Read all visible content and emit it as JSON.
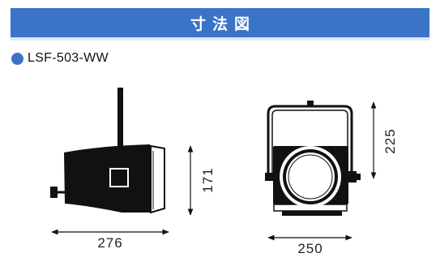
{
  "header": {
    "title": "寸法図",
    "accent_color": "#3a74c8"
  },
  "model": {
    "bullet_icon": "circle-bullet-icon",
    "label": "LSF-503-WW"
  },
  "dimensions": {
    "side_depth": "276",
    "side_height": "171",
    "front_width": "250",
    "front_height": "225"
  }
}
